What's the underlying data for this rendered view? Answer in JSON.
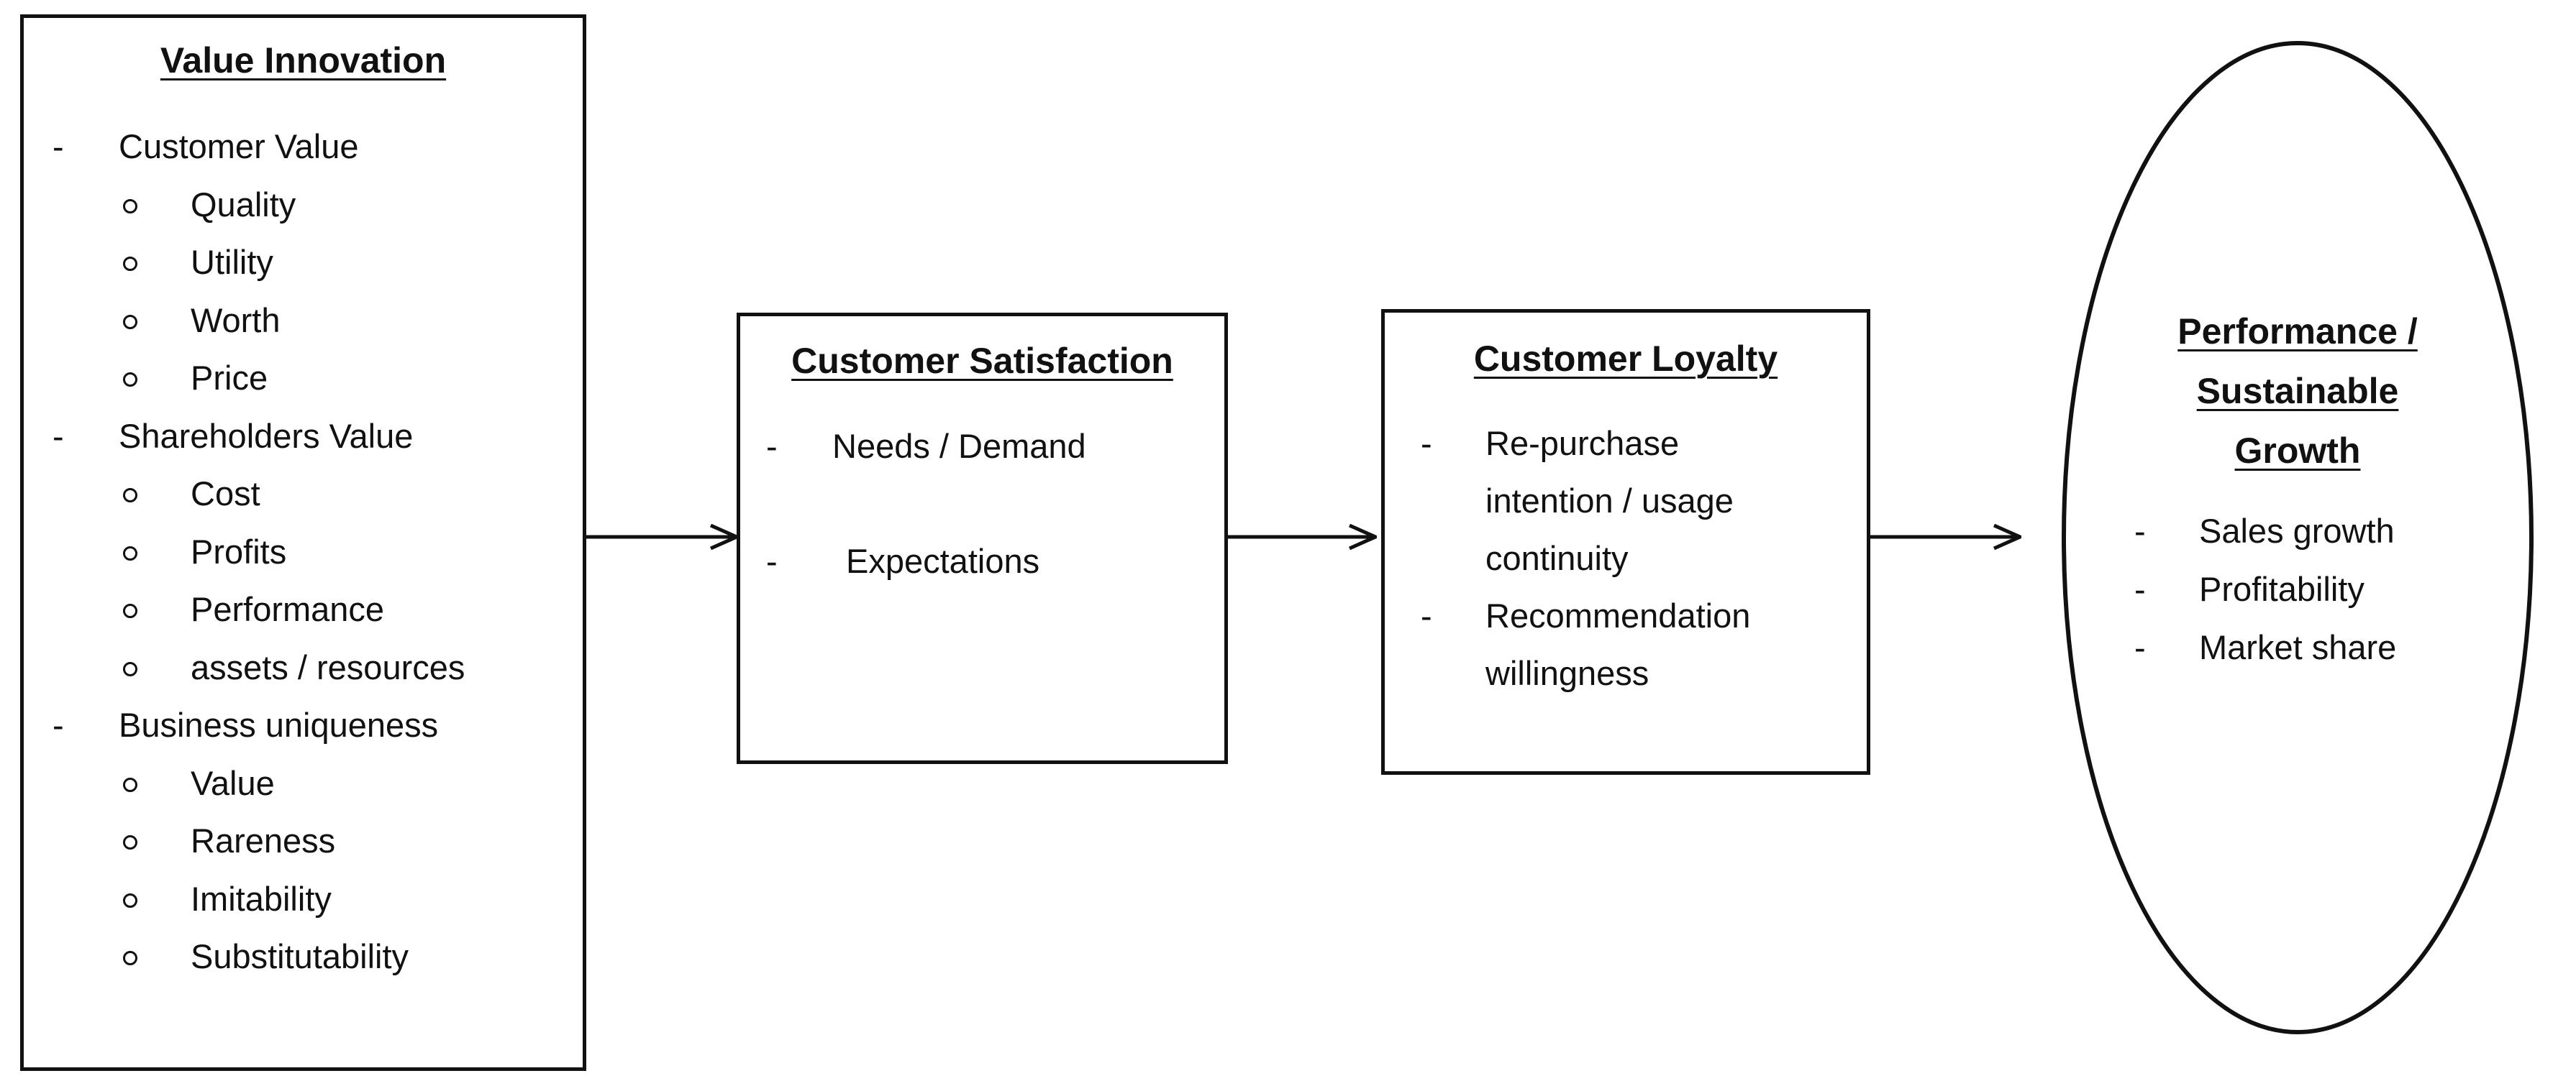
{
  "value_innovation": {
    "title": "Value Innovation",
    "groups": [
      {
        "label": "Customer Value",
        "items": [
          "Quality",
          "Utility",
          "Worth",
          "Price"
        ]
      },
      {
        "label": "Shareholders Value",
        "items": [
          "Cost",
          "Profits",
          "Performance",
          "assets / resources"
        ]
      },
      {
        "label": "Business uniqueness",
        "items": [
          "Value",
          "Rareness",
          "Imitability",
          "Substitutability"
        ]
      }
    ]
  },
  "customer_satisfaction": {
    "title": "Customer Satisfaction",
    "items": [
      "Needs / Demand",
      "Expectations"
    ]
  },
  "customer_loyalty": {
    "title": "Customer Loyalty",
    "items": [
      {
        "lines": [
          "Re-purchase",
          "intention / usage",
          "continuity"
        ]
      },
      {
        "lines": [
          "Recommendation",
          "willingness"
        ]
      }
    ]
  },
  "performance": {
    "title_lines": [
      "Performance /",
      "Sustainable",
      "Growth"
    ],
    "items": [
      "Sales growth",
      "Profitability",
      "Market share"
    ]
  },
  "dash_char": "-"
}
